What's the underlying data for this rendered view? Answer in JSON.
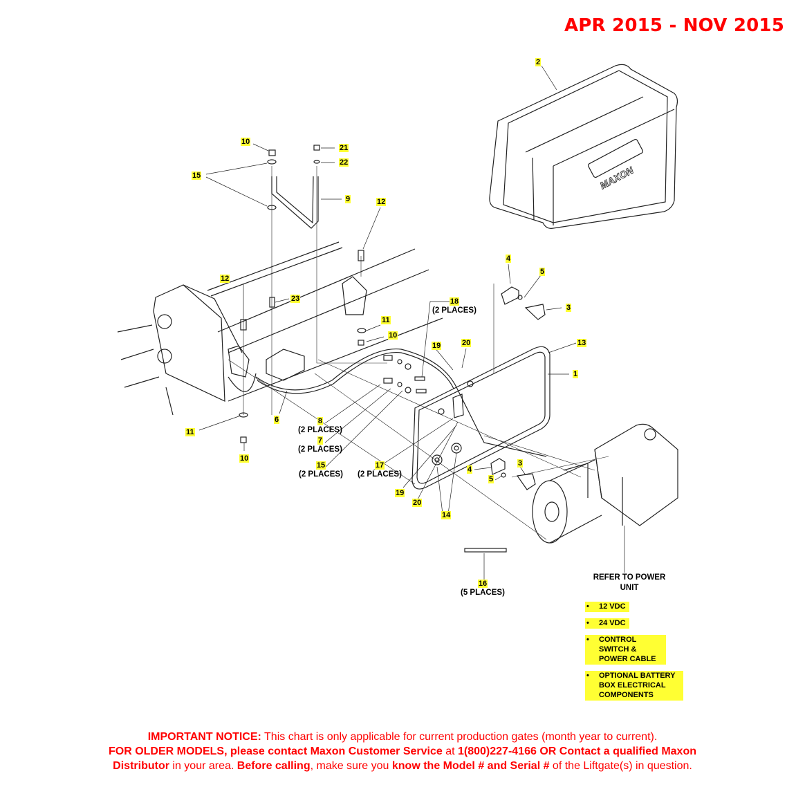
{
  "header": {
    "date_range": "APR 2015 - NOV 2015"
  },
  "colors": {
    "title_red": "#ff0000",
    "callout_highlight": "#ffff33",
    "line_art": "#222222"
  },
  "diagram": {
    "subject": "Liftgate power unit, cover and mounting plate exploded view",
    "cover_logo": "MAXON",
    "callouts": [
      {
        "id": "c2",
        "num": "2",
        "qty": ""
      },
      {
        "id": "c10a",
        "num": "10",
        "qty": ""
      },
      {
        "id": "c21",
        "num": "21",
        "qty": ""
      },
      {
        "id": "c22",
        "num": "22",
        "qty": ""
      },
      {
        "id": "c15a",
        "num": "15",
        "qty": ""
      },
      {
        "id": "c9",
        "num": "9",
        "qty": ""
      },
      {
        "id": "c12a",
        "num": "12",
        "qty": ""
      },
      {
        "id": "c12b",
        "num": "12",
        "qty": ""
      },
      {
        "id": "c23",
        "num": "23",
        "qty": ""
      },
      {
        "id": "c4a",
        "num": "4",
        "qty": ""
      },
      {
        "id": "c5a",
        "num": "5",
        "qty": ""
      },
      {
        "id": "c3a",
        "num": "3",
        "qty": ""
      },
      {
        "id": "c18",
        "num": "18",
        "qty": "(2 PLACES)"
      },
      {
        "id": "c11a",
        "num": "11",
        "qty": ""
      },
      {
        "id": "c10b",
        "num": "10",
        "qty": ""
      },
      {
        "id": "c19a",
        "num": "19",
        "qty": ""
      },
      {
        "id": "c20a",
        "num": "20",
        "qty": ""
      },
      {
        "id": "c13",
        "num": "13",
        "qty": ""
      },
      {
        "id": "c1",
        "num": "1",
        "qty": ""
      },
      {
        "id": "c6",
        "num": "6",
        "qty": ""
      },
      {
        "id": "c11b",
        "num": "11",
        "qty": ""
      },
      {
        "id": "c10c",
        "num": "10",
        "qty": ""
      },
      {
        "id": "c8",
        "num": "8",
        "qty": "(2 PLACES)"
      },
      {
        "id": "c7",
        "num": "7",
        "qty": "(2 PLACES)"
      },
      {
        "id": "c15b",
        "num": "15",
        "qty": "(2 PLACES)"
      },
      {
        "id": "c17",
        "num": "17",
        "qty": "(2 PLACES)"
      },
      {
        "id": "c19b",
        "num": "19",
        "qty": ""
      },
      {
        "id": "c20b",
        "num": "20",
        "qty": ""
      },
      {
        "id": "c14",
        "num": "14",
        "qty": ""
      },
      {
        "id": "c4b",
        "num": "4",
        "qty": ""
      },
      {
        "id": "c5b",
        "num": "5",
        "qty": ""
      },
      {
        "id": "c3b",
        "num": "3",
        "qty": ""
      },
      {
        "id": "c16",
        "num": "16",
        "qty": "(5 PLACES)"
      }
    ]
  },
  "power_unit_note": {
    "refer_line1": "REFER TO POWER",
    "refer_line2": "UNIT",
    "bullet_char": "•",
    "items": [
      {
        "label": "12 VDC"
      },
      {
        "label": "24 VDC"
      },
      {
        "label": "CONTROL SWITCH & POWER CABLE"
      },
      {
        "label": "OPTIONAL BATTERY BOX ELECTRICAL COMPONENTS"
      }
    ]
  },
  "notice": {
    "l1_bold": "IMPORTANT NOTICE:",
    "l1_text": " This chart is only applicable for current production gates (month year to current).",
    "l2_bold1": "FOR OLDER MODELS, please contact Maxon Customer Service",
    "l2_text1": " at ",
    "l2_bold2": "1(800)227-4166 OR Contact a qualified Maxon",
    "l3_bold1": "Distributor",
    "l3_text1": " in your area. ",
    "l3_bold2": "Before calling",
    "l3_text2": ", make sure you ",
    "l3_bold3": "know the Model # and Serial #",
    "l3_text3": " of the Liftgate(s) in question."
  }
}
